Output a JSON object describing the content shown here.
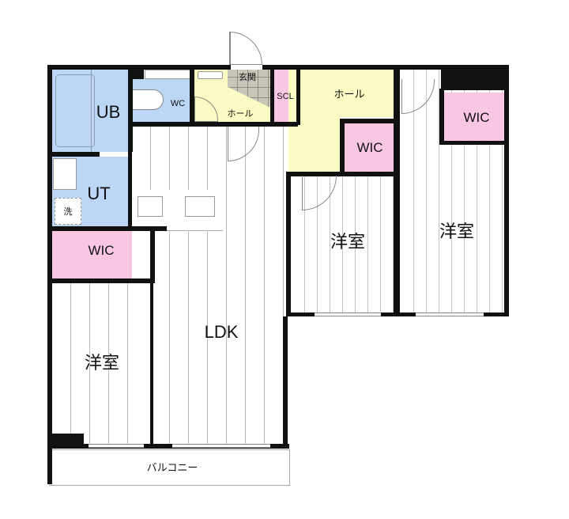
{
  "floorplan": {
    "colors": {
      "wall": "#111111",
      "wet_area": "#bcd6f5",
      "storage": "#f9c6e4",
      "hall": "#fbfbc4",
      "genkan": "#c8c6b8",
      "floor": "#ffffff"
    },
    "rooms": {
      "ub": "UB",
      "wc": "WC",
      "genkan": "玄関",
      "hall_front": "ホール",
      "scl": "SCL",
      "hall_main": "ホール",
      "wic_center": "WIC",
      "wic_right": "WIC",
      "ut": "UT",
      "washer": "洗",
      "wic_left": "WIC",
      "ldk": "LDK",
      "bedroom_left": "洋室",
      "bedroom_center": "洋室",
      "bedroom_right": "洋室",
      "balcony": "バルコニー"
    }
  }
}
